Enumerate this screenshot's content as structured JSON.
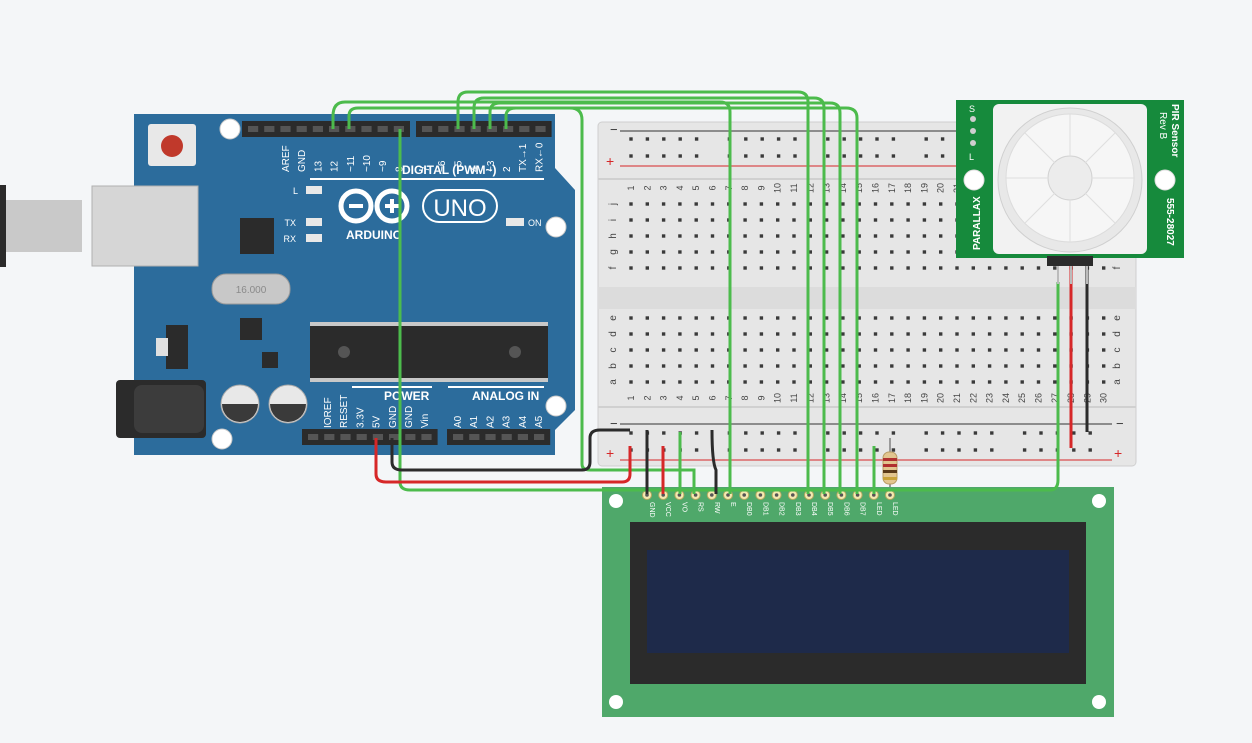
{
  "arduino": {
    "brand": "ARDUINO",
    "model": "UNO",
    "digital_header_label": "DIGITAL (PWM~)",
    "power_label": "POWER",
    "analog_label": "ANALOG IN",
    "crystal_label": "16.000",
    "led_labels": {
      "l": "L",
      "tx": "TX",
      "rx": "RX",
      "on": "ON"
    },
    "digital_pins_left": [
      "AREF",
      "GND",
      "13",
      "12",
      "~11",
      "~10",
      "~9",
      "8"
    ],
    "digital_pins_right": [
      "7",
      "~6",
      "~5",
      "4",
      "~3",
      "2",
      "TX→1",
      "RX←0"
    ],
    "power_pins": [
      "IOREF",
      "RESET",
      "3.3V",
      "5V",
      "GND",
      "GND",
      "Vin"
    ],
    "analog_pins": [
      "A0",
      "A1",
      "A2",
      "A3",
      "A4",
      "A5"
    ]
  },
  "breadboard": {
    "columns": [
      "1",
      "2",
      "3",
      "4",
      "5",
      "6",
      "7",
      "8",
      "9",
      "10",
      "11",
      "12",
      "13",
      "14",
      "15",
      "16",
      "17",
      "18",
      "19",
      "20",
      "21",
      "22",
      "23",
      "24",
      "25",
      "26",
      "27",
      "28",
      "29",
      "30"
    ],
    "rows_top": [
      "j",
      "i",
      "h",
      "g",
      "f"
    ],
    "rows_bottom": [
      "e",
      "d",
      "c",
      "b",
      "a"
    ],
    "rail_plus": "+",
    "rail_minus": "−"
  },
  "pir_sensor": {
    "title": "PIR Sensor",
    "revision": "Rev B",
    "maker": "PARALLAX",
    "part_number": "555-28027",
    "jumper_labels": [
      "S",
      "L"
    ]
  },
  "lcd": {
    "pins": [
      "GND",
      "VCC",
      "VO",
      "RS",
      "RW",
      "E",
      "DB0",
      "DB1",
      "DB2",
      "DB3",
      "DB4",
      "DB5",
      "DB6",
      "DB7",
      "LED",
      "LED"
    ],
    "display_text": ""
  },
  "colors": {
    "arduino_board": "#2c6c9c",
    "breadboard": "#e6e6e6",
    "wire_green": "#4cbb4c",
    "wire_red": "#d62728",
    "wire_black": "#2b2b2b",
    "pcb_green": "#4fa86a",
    "lcd_screen": "#1e2a4a",
    "pir_board": "#168a3c"
  }
}
